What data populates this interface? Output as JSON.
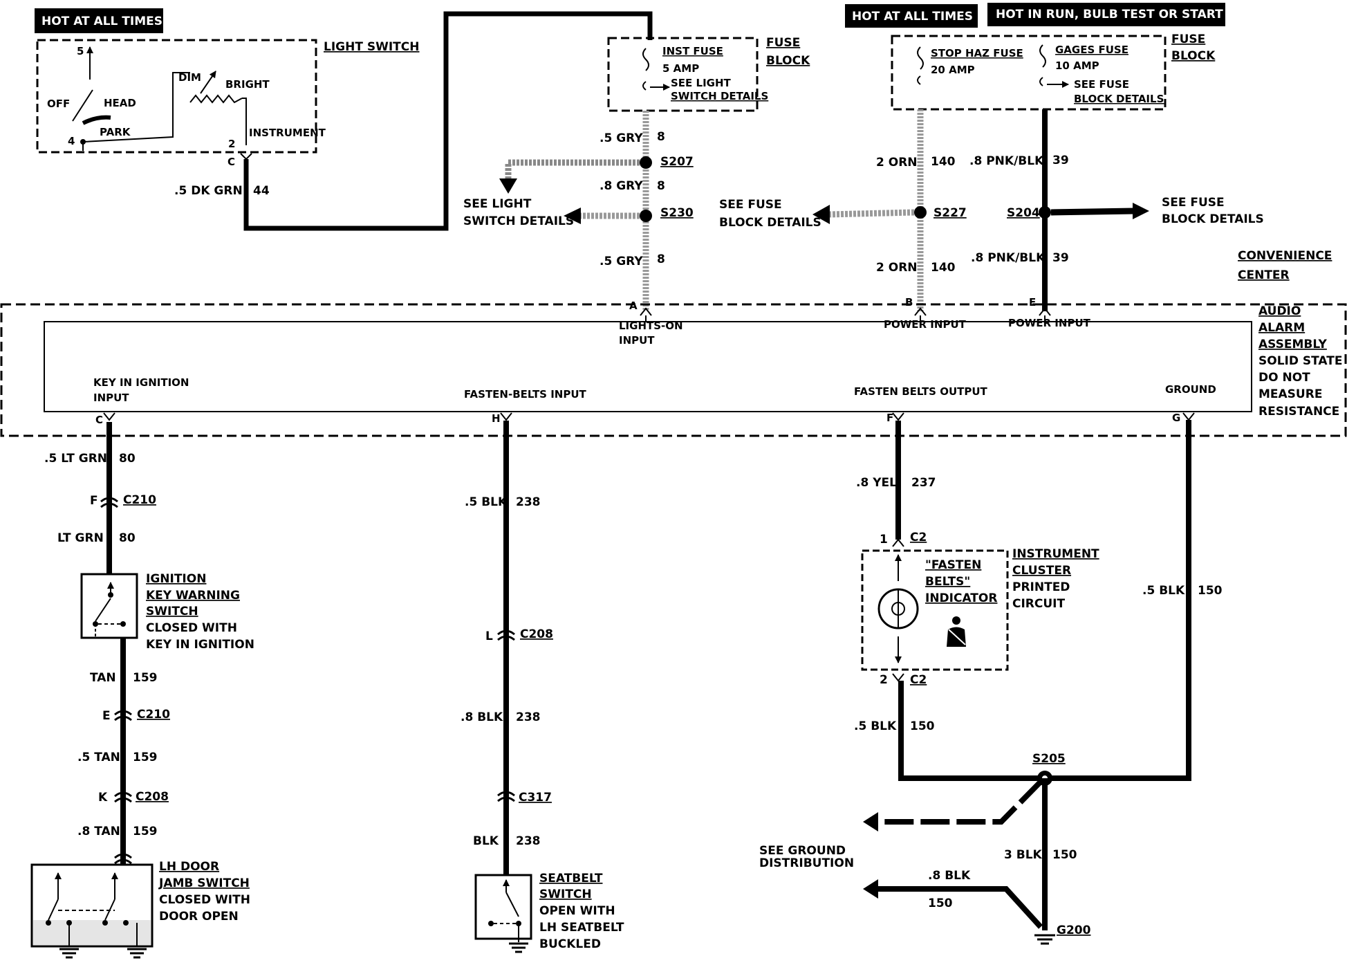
{
  "tags": {
    "hot_at_all_times_left": "HOT AT ALL TIMES",
    "hot_at_all_times_right": "HOT AT ALL TIMES",
    "hot_in_run": "HOT IN RUN,  BULB TEST OR START"
  },
  "light_switch": {
    "title": "LIGHT SWITCH",
    "off": "OFF",
    "head": "HEAD",
    "park": "PARK",
    "dim": "DIM",
    "bright": "BRIGHT",
    "instrument": "INSTRUMENT",
    "pin5": "5",
    "pin4": "4",
    "pin2": "2",
    "conn": "C"
  },
  "fuse_block_left": {
    "title1": "FUSE",
    "title2": "BLOCK",
    "fuse_name": "INST FUSE",
    "rating": "5 AMP",
    "see1": "SEE LIGHT",
    "see2": "SWITCH DETAILS"
  },
  "fuse_block_right": {
    "title1": "FUSE",
    "title2": "BLOCK",
    "stop_name": "STOP HAZ FUSE",
    "stop_rating": "20 AMP",
    "gages_name": "GAGES FUSE",
    "gages_rating": "10 AMP",
    "see1": "SEE FUSE",
    "see2": "BLOCK DETAILS"
  },
  "wires": {
    "dk_grn": {
      "gauge": ".5 DK GRN",
      "circuit": "44"
    },
    "gry_1": {
      "gauge": ".5 GRY",
      "circuit": "8"
    },
    "gry_2": {
      "gauge": ".8 GRY",
      "circuit": "8"
    },
    "gry_3": {
      "gauge": ".5 GRY",
      "circuit": "8"
    },
    "orn_1": {
      "gauge": "2 ORN",
      "circuit": "140"
    },
    "orn_2": {
      "gauge": "2 ORN",
      "circuit": "140"
    },
    "pnk_1": {
      "gauge": ".8 PNK/BLK",
      "circuit": "39"
    },
    "pnk_2": {
      "gauge": ".8 PNK/BLK",
      "circuit": "39"
    },
    "ltgrn_1": {
      "gauge": ".5 LT GRN",
      "circuit": "80"
    },
    "ltgrn_2": {
      "gauge": "LT GRN",
      "circuit": "80"
    },
    "tan_1": {
      "gauge": "TAN",
      "circuit": "159"
    },
    "tan_2": {
      "gauge": ".5 TAN",
      "circuit": "159"
    },
    "tan_3": {
      "gauge": ".8 TAN",
      "circuit": "159"
    },
    "blk_238_1": {
      "gauge": ".5 BLK",
      "circuit": "238"
    },
    "blk_238_2": {
      "gauge": ".8 BLK",
      "circuit": "238"
    },
    "blk_238_3": {
      "gauge": "BLK",
      "circuit": "238"
    },
    "yel": {
      "gauge": ".8 YEL",
      "circuit": "237"
    },
    "blk_150_right": {
      "gauge": ".5 BLK",
      "circuit": "150"
    },
    "blk_150_left": {
      "gauge": ".5 BLK",
      "circuit": "150"
    },
    "blk_150_3": {
      "gauge": "3 BLK",
      "circuit": "150"
    },
    "blk_150_8": {
      "gauge": ".8 BLK",
      "circuit": "150"
    }
  },
  "splices": {
    "s207": "S207",
    "s230": "S230",
    "s227": "S227",
    "s204": "S204",
    "s205": "S205",
    "g200": "G200"
  },
  "callouts": {
    "see_light_1": "SEE LIGHT",
    "see_light_2": "SWITCH DETAILS",
    "see_fuse_mid_1": "SEE FUSE",
    "see_fuse_mid_2": "BLOCK DETAILS",
    "see_fuse_right_1": "SEE FUSE",
    "see_fuse_right_2": "BLOCK DETAILS",
    "see_ground_1": "SEE GROUND",
    "see_ground_2": "DISTRIBUTION"
  },
  "convenience_center": {
    "line1": "CONVENIENCE",
    "line2": "CENTER"
  },
  "audio_alarm": {
    "title_lines": [
      "AUDIO",
      "ALARM",
      "ASSEMBLY"
    ],
    "note_lines": [
      "SOLID STATE",
      "DO NOT",
      "MEASURE",
      "RESISTANCE"
    ],
    "pins": {
      "a": {
        "letter": "A",
        "label1": "LIGHTS-ON",
        "label2": "INPUT"
      },
      "b": {
        "letter": "B",
        "label1": "POWER INPUT"
      },
      "e": {
        "letter": "E",
        "label1": "POWER INPUT"
      },
      "c": {
        "letter": "C",
        "label1": "KEY IN IGNITION",
        "label2": "INPUT"
      },
      "h": {
        "letter": "H",
        "label1": "FASTEN-BELTS INPUT"
      },
      "f": {
        "letter": "F",
        "label1": "FASTEN BELTS OUTPUT"
      },
      "g": {
        "letter": "G",
        "label1": "GROUND"
      }
    }
  },
  "connectors": {
    "c210_f": {
      "pin": "F",
      "name": "C210"
    },
    "c210_e": {
      "pin": "E",
      "name": "C210"
    },
    "c208_k": {
      "pin": "K",
      "name": "C208"
    },
    "c208_l": {
      "pin": "L",
      "name": "C208"
    },
    "c317": {
      "name": "C317"
    },
    "c2_1": {
      "pin": "1",
      "name": "C2"
    },
    "c2_2": {
      "pin": "2",
      "name": "C2"
    }
  },
  "ignition_switch": {
    "lines": [
      "IGNITION",
      "KEY WARNING",
      "SWITCH",
      "CLOSED WITH",
      "KEY IN IGNITION"
    ]
  },
  "door_switch": {
    "lines": [
      "LH DOOR",
      "JAMB SWITCH",
      "CLOSED WITH",
      "DOOR OPEN"
    ]
  },
  "seatbelt_switch": {
    "lines": [
      "SEATBELT",
      "SWITCH",
      "OPEN WITH",
      "LH SEATBELT",
      "BUCKLED"
    ]
  },
  "instrument_cluster": {
    "lines": [
      "INSTRUMENT",
      "CLUSTER",
      "PRINTED",
      "CIRCUIT"
    ],
    "indicator_lines": [
      "\"FASTEN",
      "BELTS\"",
      "INDICATOR"
    ]
  }
}
